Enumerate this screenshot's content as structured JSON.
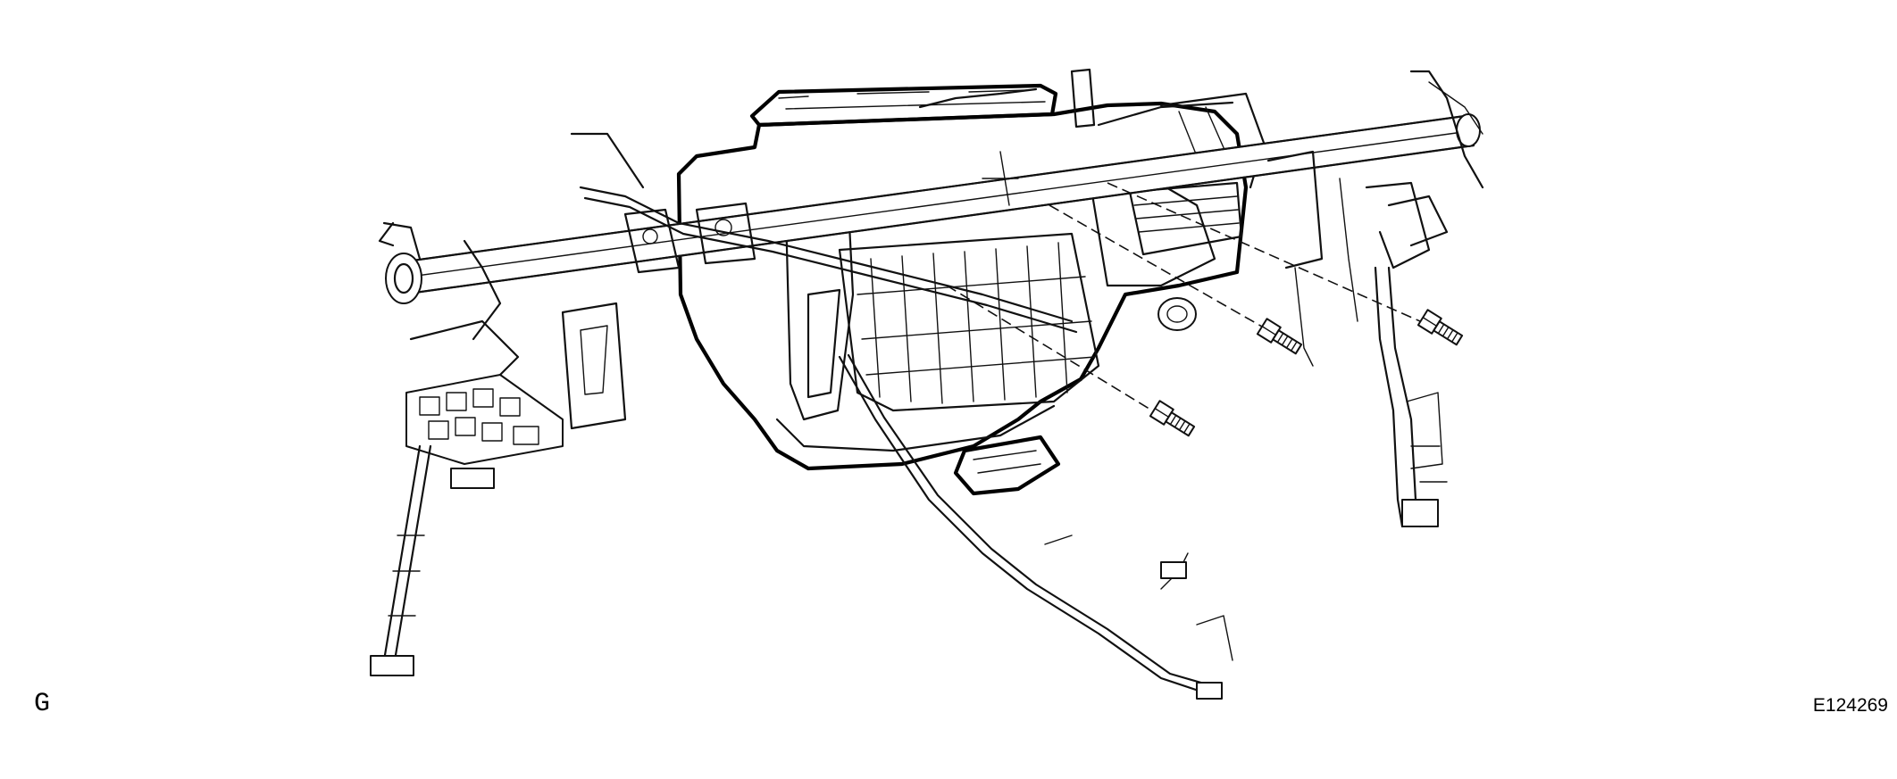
{
  "figure": {
    "left_code": "G",
    "figure_number": "E124269"
  },
  "parts": {
    "crossmember": "instrument-panel-reinforcement-tube",
    "hvac_unit": "air-conditioning-unit",
    "harness": "instrument-panel-wire-harness",
    "fasteners": [
      "bolt",
      "bolt",
      "bolt"
    ]
  }
}
